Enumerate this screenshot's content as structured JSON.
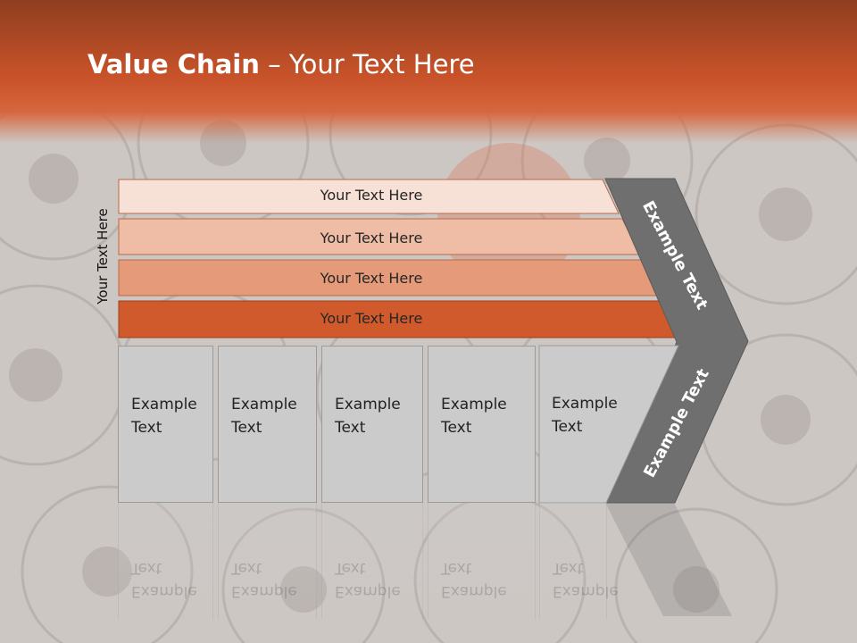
{
  "title": {
    "bold": "Value Chain",
    "rest": " – Your Text Here"
  },
  "side_label": "Your Text Here",
  "bands": [
    {
      "label": "Your Text Here",
      "color": "#f7e0d6"
    },
    {
      "label": "Your Text Here",
      "color": "#efbca5"
    },
    {
      "label": "Your Text Here",
      "color": "#e59a7a"
    },
    {
      "label": "Your Text Here",
      "color": "#d05a2b"
    }
  ],
  "boxes": [
    {
      "line1": "Example",
      "line2": "Text"
    },
    {
      "line1": "Example",
      "line2": "Text"
    },
    {
      "line1": "Example",
      "line2": "Text"
    },
    {
      "line1": "Example",
      "line2": "Text"
    },
    {
      "line1": "Example",
      "line2": "Text"
    }
  ],
  "chevron": {
    "upper_label": "Example Text",
    "lower_label": "Example Text",
    "color": "#6f6f6f"
  },
  "colors": {
    "header": "#c9532a",
    "accent": "#d05a2b",
    "box_fill": "#cbcbcb"
  }
}
